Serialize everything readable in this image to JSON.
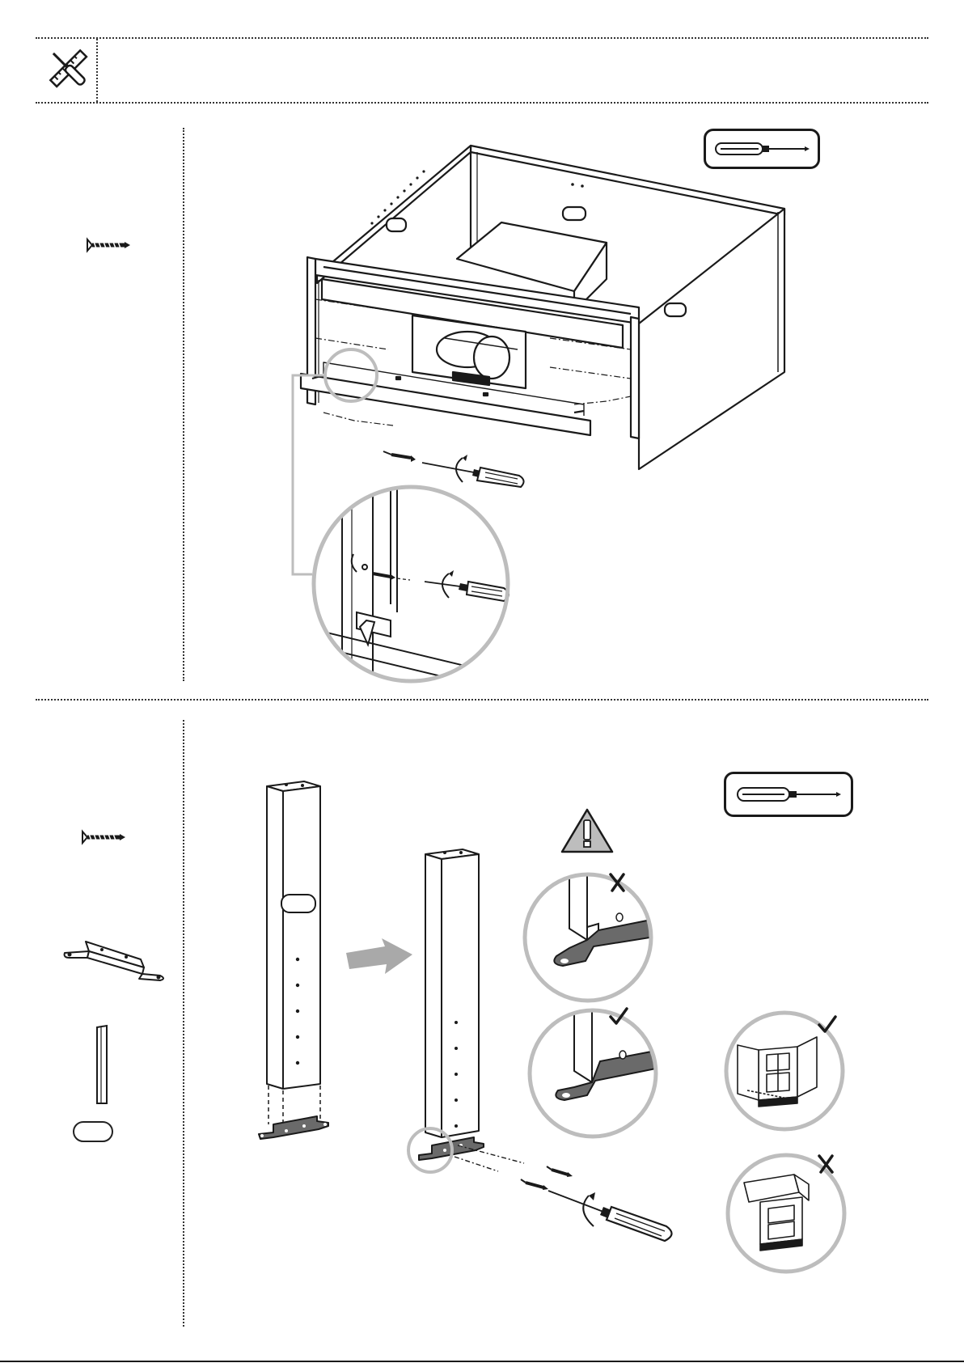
{
  "header": {
    "tools_icon": "screwdriver-ruler-icon"
  },
  "step1": {
    "parts": [
      {
        "icon": "screw-icon"
      }
    ],
    "required_tool": "screwdriver-icon",
    "illustration": "drawer-box-front-panel-screwing",
    "detail_callout": "zoom-circle-screw-detail"
  },
  "step2": {
    "parts": [
      {
        "icon": "screw-icon"
      },
      {
        "icon": "bracket-foot-icon"
      },
      {
        "icon": "strip-icon"
      },
      {
        "icon": "pill-label-icon"
      }
    ],
    "required_tool": "screwdriver-icon",
    "warning_icon": "warning-triangle-icon",
    "checks": [
      {
        "icon": "cross-mark-icon",
        "meaning": "wrong"
      },
      {
        "icon": "check-mark-icon",
        "meaning": "correct"
      },
      {
        "icon": "check-mark-icon",
        "meaning": "correct"
      },
      {
        "icon": "cross-mark-icon",
        "meaning": "wrong"
      }
    ]
  },
  "colors": {
    "line": "#1a1a1a",
    "callout_gray": "#bdbdbd",
    "bracket_gray": "#6a6a6a",
    "arrow_gray": "#a9a9a9"
  }
}
